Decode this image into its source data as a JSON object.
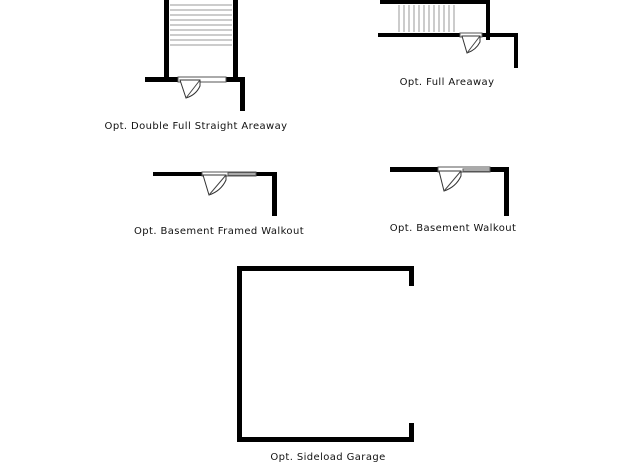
{
  "labels": {
    "double_full_straight_areaway": "Opt. Double Full Straight Areaway",
    "full_areaway": "Opt. Full Areaway",
    "basement_framed_walkout": "Opt. Basement Framed Walkout",
    "basement_walkout": "Opt. Basement Walkout",
    "sideload_garage": "Opt. Sideload Garage"
  },
  "colors": {
    "wall": "#000000",
    "background": "#ffffff",
    "stair_line": "#9a9a9a"
  }
}
